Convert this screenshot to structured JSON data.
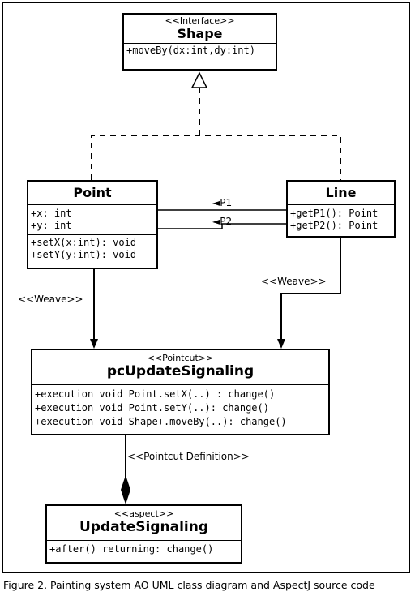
{
  "shape": {
    "stereotype": "<<Interface>>",
    "name": "Shape",
    "operations": [
      "+moveBy(dx:int,dy:int)"
    ]
  },
  "point": {
    "name": "Point",
    "attributes": [
      "+x: int",
      "+y: int"
    ],
    "operations": [
      "+setX(x:int): void",
      "+setY(y:int): void"
    ]
  },
  "line": {
    "name": "Line",
    "operations": [
      "+getP1(): Point",
      "+getP2(): Point"
    ]
  },
  "pointcut": {
    "stereotype": "<<Pointcut>>",
    "name": "pcUpdateSignaling",
    "operations": [
      "+execution void Point.setX(..) : change()",
      "+execution void Point.setY(..): change()",
      "+execution void Shape+.moveBy(..): change()"
    ]
  },
  "aspect": {
    "stereotype": "<<aspect>>",
    "name": "UpdateSignaling",
    "operations": [
      "+after() returning: change()"
    ]
  },
  "connectors": {
    "p1_label": "◄P1",
    "p2_label": "◄P2",
    "weave_left": "<<Weave>>",
    "weave_right": "<<Weave>>",
    "pointcut_definition": "<<Pointcut Definition>>"
  },
  "caption": "Figure 2. Painting system AO UML class diagram and AspectJ source code"
}
